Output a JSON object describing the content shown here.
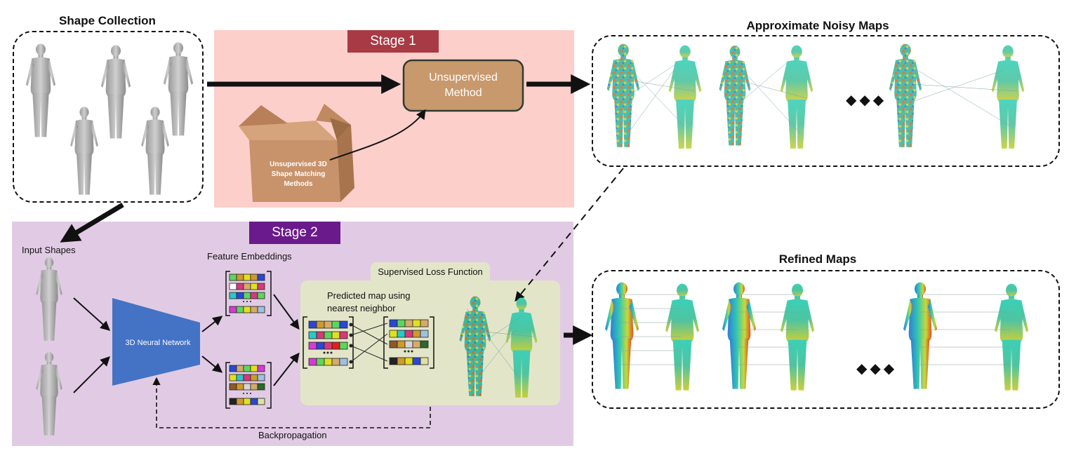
{
  "titles": {
    "shape_collection": "Shape Collection",
    "approx_maps": "Approximate Noisy Maps",
    "refined_maps": "Refined Maps"
  },
  "stage1": {
    "label": "Stage 1",
    "method_line1": "Unsupervised",
    "method_line2": "Method",
    "box_line1": "Unsupervised 3D",
    "box_line2": "Shape Matching",
    "box_line3": "Methods",
    "colors": {
      "background": "#fccfcb",
      "label_bg": "#a83a45",
      "method_fill": "#c8996d"
    }
  },
  "stage2": {
    "label": "Stage 2",
    "input_shapes": "Input Shapes",
    "feature_embeddings": "Feature Embeddings",
    "network": "3D Neural Network",
    "loss_tab": "Supervised Loss Function",
    "predicted_line1": "Predicted map using",
    "predicted_line2": "nearest neighbor",
    "backprop": "Backpropagation",
    "colors": {
      "background": "#e1cbe4",
      "label_bg": "#6a1a8a",
      "network_fill": "#4472c4",
      "loss_fill": "#e3e5c9"
    }
  },
  "ellipsis_symbol": "◆◆◆",
  "icons": [
    "human-mesh-icon",
    "cardboard-box-icon",
    "arrow-icon"
  ]
}
